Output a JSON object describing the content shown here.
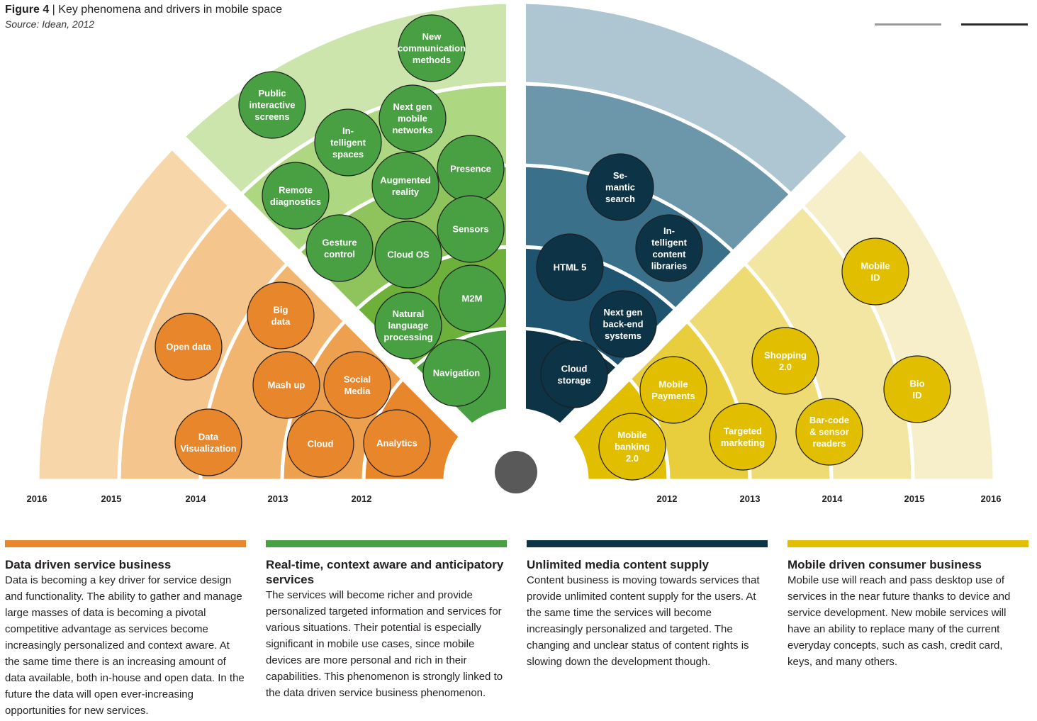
{
  "figure": {
    "label": "Figure 4",
    "separator": " | ",
    "title": "Key phenomena and drivers in mobile space",
    "source": "Source: Idean, 2012"
  },
  "colors": {
    "orange": "#e8862c",
    "green": "#48a043",
    "navy": "#0d3346",
    "yellow": "#e1bf00",
    "line_gray": "#9a9a9a",
    "line_dark": "#2b2b2b",
    "center_dot": "#595959"
  },
  "years_left": [
    "2016",
    "2015",
    "2014",
    "2013",
    "2012"
  ],
  "years_right": [
    "2012",
    "2013",
    "2014",
    "2015",
    "2016"
  ],
  "bubbles": {
    "data": [
      "Open data",
      "Data Visualization",
      "Big data",
      "Mash up",
      "Social Media",
      "Cloud",
      "Analytics"
    ],
    "realtime": [
      "New communication methods",
      "Public interactive screens",
      "Next gen mobile networks",
      "In-telligent spaces",
      "Presence",
      "Augmented reality",
      "Remote diagnostics",
      "Sensors",
      "Gesture control",
      "Cloud OS",
      "M2M",
      "Natural language processing",
      "Navigation"
    ],
    "media": [
      "Se-mantic search",
      "In-telligent content libraries",
      "HTML 5",
      "Next gen back-end systems",
      "Cloud storage"
    ],
    "consumer": [
      "Mobile ID",
      "Shopping 2.0",
      "Bio ID",
      "Bar-code & sensor readers",
      "Targeted marketing",
      "Mobile Payments",
      "Mobile banking 2.0"
    ]
  },
  "columns": [
    {
      "title": "Data driven service business",
      "body": "Data is becoming a key driver for service design and functionality. The ability to gather and manage large masses of data is becoming a pivotal competitive advantage as services become increasingly personalized and context aware. At the same time there is an increasing amount of data available, both in-house and open data. In the future the data will open ever-increasing opportunities for new services."
    },
    {
      "title": "Real-time, context aware and anticipatory services",
      "body": "The services will become richer and provide personalized targeted information and services for various situations. Their potential is especially significant in mobile use cases, since mobile devices are more personal and rich in their capabilities. This phenomenon is strongly linked to the data driven service business phenomenon."
    },
    {
      "title": "Unlimited media content supply",
      "body": "Content business is moving towards services that provide unlimited content supply for the users. At the same time the services will become increasingly personalized and targeted. The changing and unclear status of content rights is slowing down the development though."
    },
    {
      "title": "Mobile driven consumer business",
      "body": "Mobile use will reach and pass desktop use of services in the near future thanks to device and service development. New mobile services will have an ability to replace many of the current everyday concepts, such as cash, credit card, keys, and many others."
    }
  ]
}
